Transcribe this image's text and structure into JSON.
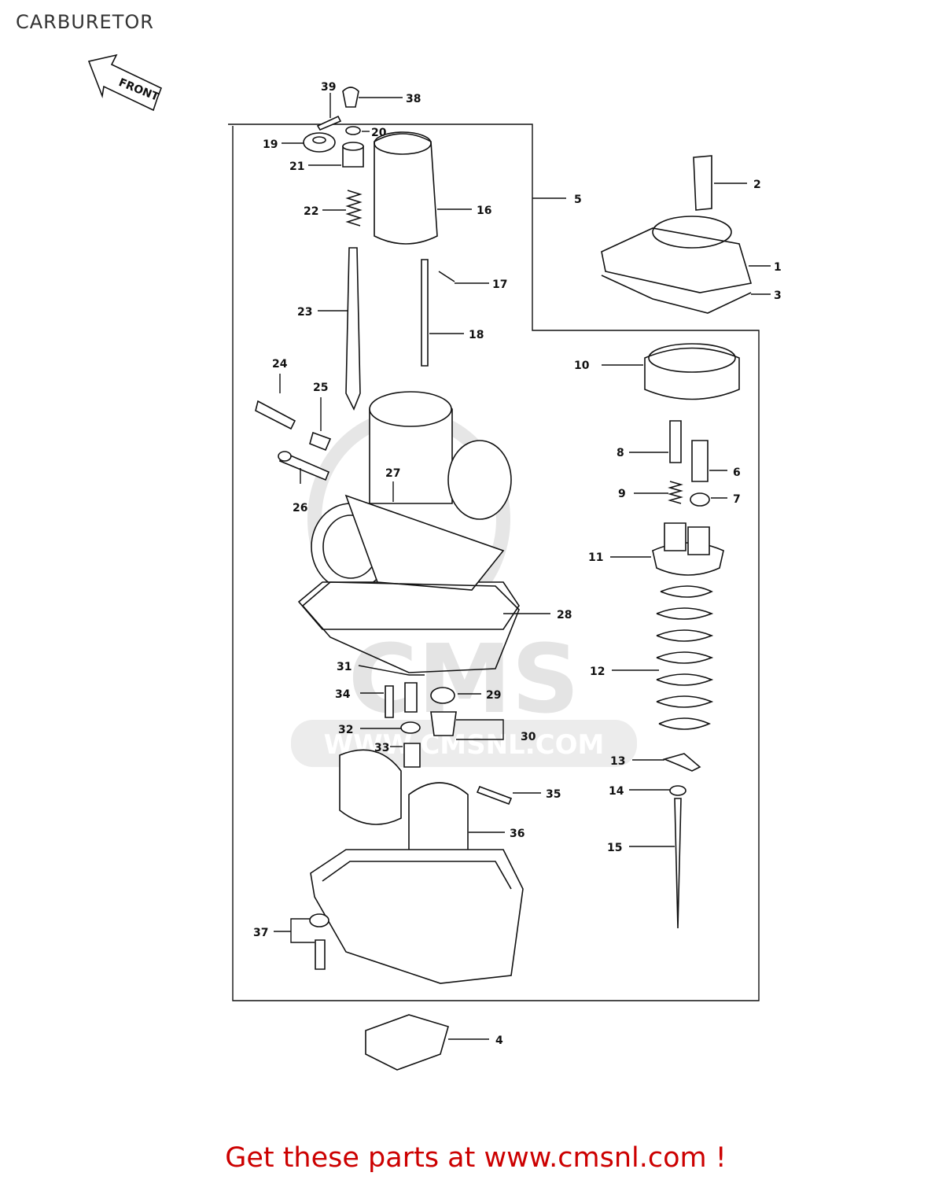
{
  "page": {
    "title": "CARBURETOR"
  },
  "front_arrow": {
    "label": "FRONT"
  },
  "watermark": {
    "logo_text": "CMS",
    "url": "WWW.CMSNL.COM"
  },
  "footer": {
    "text": "Get these parts at www.cmsnl.com !"
  },
  "callouts": [
    {
      "id": "1",
      "label": "1"
    },
    {
      "id": "2",
      "label": "2"
    },
    {
      "id": "3",
      "label": "3"
    },
    {
      "id": "4",
      "label": "4"
    },
    {
      "id": "5",
      "label": "5"
    },
    {
      "id": "6",
      "label": "6"
    },
    {
      "id": "7",
      "label": "7"
    },
    {
      "id": "8",
      "label": "8"
    },
    {
      "id": "9",
      "label": "9"
    },
    {
      "id": "10",
      "label": "10"
    },
    {
      "id": "11",
      "label": "11"
    },
    {
      "id": "12",
      "label": "12"
    },
    {
      "id": "13",
      "label": "13"
    },
    {
      "id": "14",
      "label": "14"
    },
    {
      "id": "15",
      "label": "15"
    },
    {
      "id": "16",
      "label": "16"
    },
    {
      "id": "17",
      "label": "17"
    },
    {
      "id": "18",
      "label": "18"
    },
    {
      "id": "19",
      "label": "19"
    },
    {
      "id": "20",
      "label": "20"
    },
    {
      "id": "21",
      "label": "21"
    },
    {
      "id": "22",
      "label": "22"
    },
    {
      "id": "23",
      "label": "23"
    },
    {
      "id": "24",
      "label": "24"
    },
    {
      "id": "25",
      "label": "25"
    },
    {
      "id": "26",
      "label": "26"
    },
    {
      "id": "27",
      "label": "27"
    },
    {
      "id": "28",
      "label": "28"
    },
    {
      "id": "29",
      "label": "29"
    },
    {
      "id": "30",
      "label": "30"
    },
    {
      "id": "31",
      "label": "31"
    },
    {
      "id": "32",
      "label": "32"
    },
    {
      "id": "33",
      "label": "33"
    },
    {
      "id": "34",
      "label": "34"
    },
    {
      "id": "35",
      "label": "35"
    },
    {
      "id": "36",
      "label": "36"
    },
    {
      "id": "37",
      "label": "37"
    },
    {
      "id": "38",
      "label": "38"
    },
    {
      "id": "39",
      "label": "39"
    }
  ]
}
